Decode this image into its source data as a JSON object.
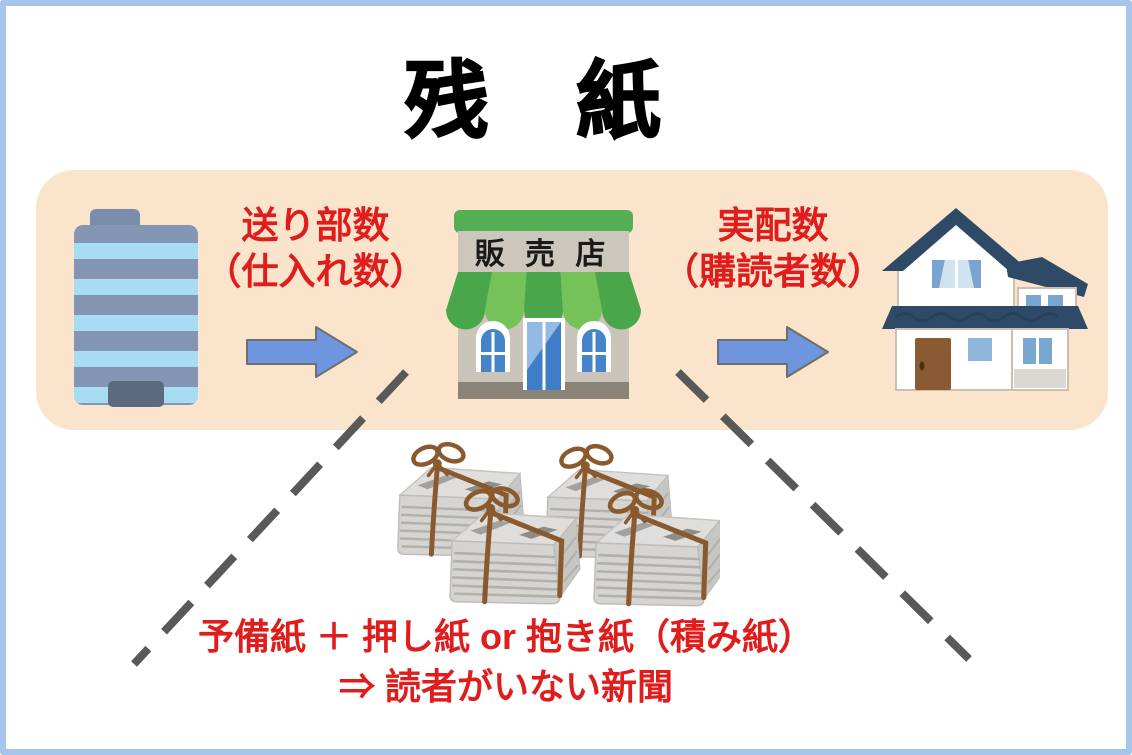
{
  "title": "残　紙",
  "band": {
    "send_label_line1": "送り部数",
    "send_label_line2": "（仕入れ数）",
    "deliver_label_line1": "実配数",
    "deliver_label_line2": "（購読者数）",
    "shop_sign": "販 売 店"
  },
  "bottom": {
    "line1": "予備紙 ＋ 押し紙 or 抱き紙（積み紙）",
    "line2": "⇒ 読者がいない新聞"
  },
  "icons": {
    "company": "newspaper-company-building-icon",
    "shop": "dealer-shop-icon",
    "house": "house-icon",
    "bundles": "newspaper-bundles-icon",
    "arrow_left": "right-arrow-icon",
    "arrow_right": "right-arrow-icon",
    "dashes": "leak-dashed-lines"
  },
  "colors": {
    "border_blue": "#a6c5ea",
    "band_peach": "#fae5cc",
    "text_red": "#e01d1d",
    "title_black": "#000000",
    "arrow_blue": "#6e96df",
    "arrow_outline": "#6e6e6e",
    "dash_gray": "#595959",
    "shop_green": "#54ae54",
    "roof_navy": "#2f4a66",
    "building_blue": "#8595b4"
  }
}
